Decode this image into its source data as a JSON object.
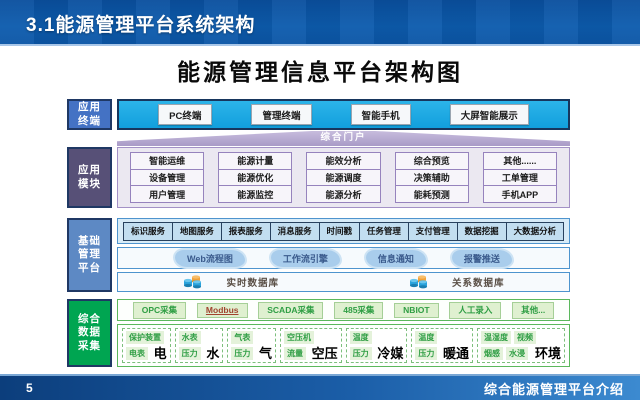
{
  "header": {
    "title": "3.1能源管理平台系统架构"
  },
  "diagram_title": "能源管理信息平台架构图",
  "sections": {
    "terminals": {
      "label_lines": [
        "应用",
        "终端"
      ],
      "items": [
        "PC终端",
        "管理终端",
        "智能手机",
        "大屏智能展示"
      ]
    },
    "portal": {
      "label": "综合门户"
    },
    "modules": {
      "label_lines": [
        "应用",
        "模块"
      ],
      "items": [
        "智能运维",
        "能源计量",
        "能效分析",
        "综合预览",
        "其他......",
        "设备管理",
        "能源优化",
        "能源调度",
        "决策辅助",
        "工单管理",
        "用户管理",
        "能源监控",
        "能源分析",
        "能耗预测",
        "手机APP"
      ]
    },
    "platform": {
      "label_lines": [
        "基础",
        "管理",
        "平台"
      ],
      "services": [
        "标识服务",
        "地图服务",
        "报表服务",
        "消息服务",
        "时间戳",
        "任务管理",
        "支付管理",
        "数据挖掘",
        "大数据分析"
      ],
      "middleware": [
        "Web流程图",
        "工作流引擎",
        "信息通知",
        "报警推送"
      ],
      "databases": [
        "实时数据库",
        "关系数据库"
      ]
    },
    "collection": {
      "label_lines": [
        "综合",
        "数据",
        "采集"
      ],
      "protocols": [
        "OPC采集",
        "Modbus",
        "SCADA采集",
        "485采集",
        "NBIOT",
        "人工录入",
        "其他..."
      ],
      "devices": [
        {
          "big": "电",
          "tags": [
            "保护装置",
            "电表"
          ]
        },
        {
          "big": "水",
          "tags": [
            "水表",
            "压力"
          ]
        },
        {
          "big": "气",
          "tags": [
            "气表",
            "压力"
          ]
        },
        {
          "big": "空压",
          "tags": [
            "空压机",
            "流量"
          ]
        },
        {
          "big": "冷媒",
          "tags": [
            "温度",
            "压力"
          ]
        },
        {
          "big": "暖通",
          "tags": [
            "温度",
            "压力"
          ]
        },
        {
          "big": "环境",
          "tags": [
            "温湿度",
            "视频",
            "烟感",
            "水浸"
          ]
        }
      ]
    }
  },
  "footer": {
    "page_number": "5",
    "title": "综合能源管理平台介绍"
  },
  "colors": {
    "header_bg": "#0B55A6",
    "terminal_bar": "#18A6E3",
    "label_terminals": "#4472C4",
    "label_modules": "#575077",
    "label_platform": "#5D89C4",
    "label_collection": "#00A551",
    "navy_border": "#1F3864",
    "portal_band": "#B4A7CE",
    "modules_panel": "#EBE8F1",
    "modules_border": "#9E8FC0",
    "platform_fill": "#D7EBF7",
    "platform_border": "#4E94CE",
    "service_cell_fill": "#C2DEF0",
    "collection_border": "#5BB85C",
    "protocol_fill": "#DFF0D0",
    "protocol_text": "#2F9E44",
    "modbus_text": "#A0432E",
    "db_label_text": "#5A4F46",
    "footer_left": "#0C3E7C",
    "footer_right": "#3C8AD0"
  }
}
